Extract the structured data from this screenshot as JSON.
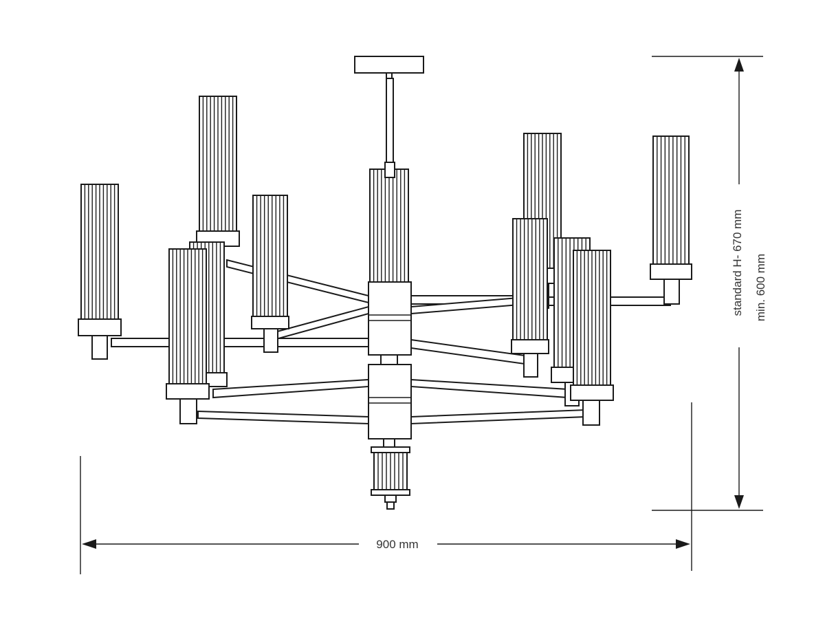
{
  "dimensions": {
    "width_label": "900 mm",
    "height_label": "standard H- 670 mm",
    "min_height_label": "min. 600 mm"
  },
  "colors": {
    "line": "#1a1a1a",
    "text": "#333333",
    "background": "#ffffff"
  }
}
